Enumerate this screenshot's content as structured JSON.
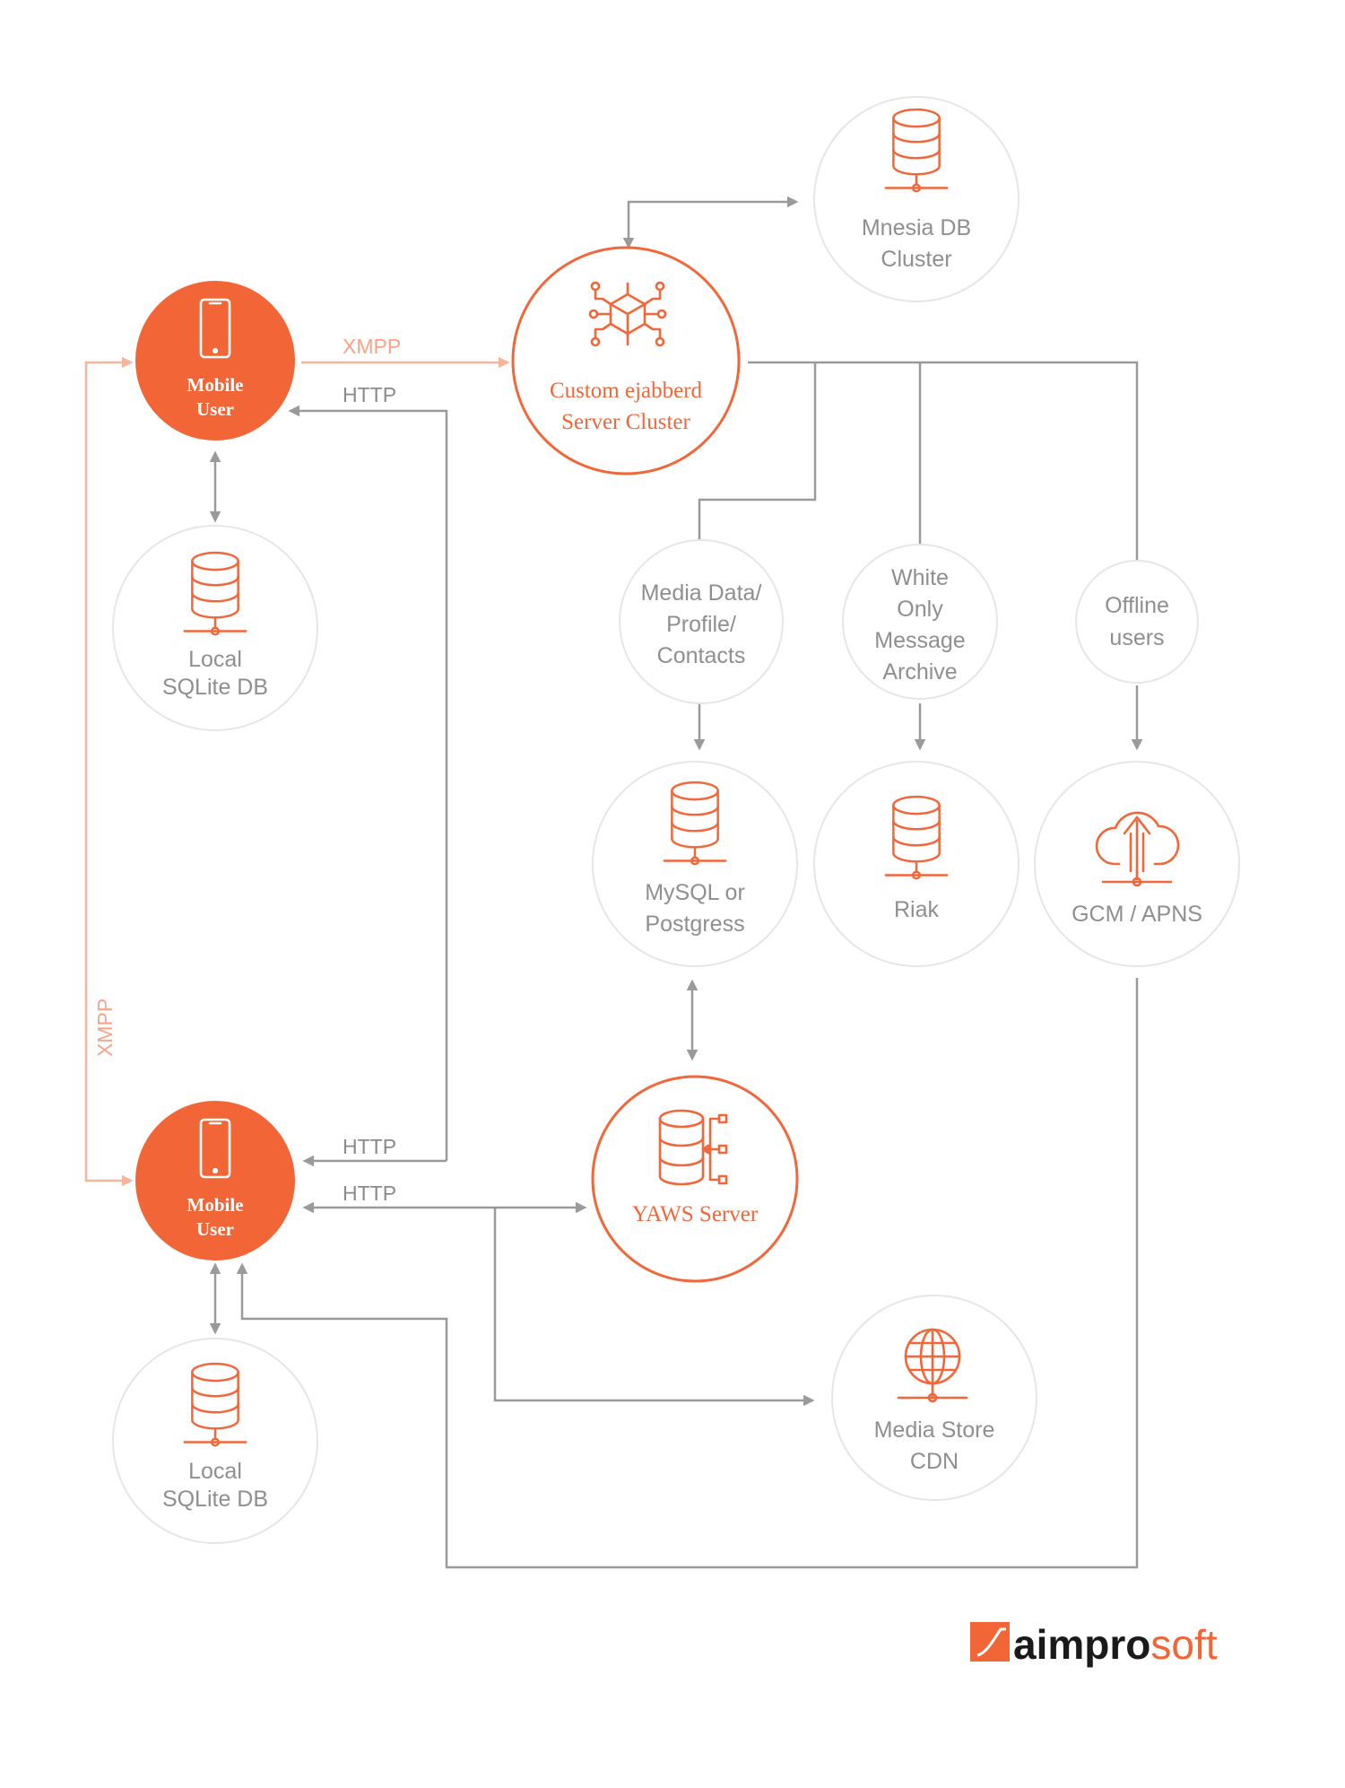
{
  "colors": {
    "accent": "#f26536",
    "accent_light": "#f9b59c",
    "line_gray": "#9a9a9a",
    "ring_gray": "#e6e6e6",
    "text_gray": "#8f8f8f"
  },
  "nodes": {
    "mnesia": {
      "line1": "Mnesia DB",
      "line2": "Cluster",
      "icon": "database-icon"
    },
    "ejabberd": {
      "line1": "Custom ejabberd",
      "line2": "Server Cluster",
      "icon": "network-cube-icon"
    },
    "mobile_top": {
      "line1": "Mobile",
      "line2": "User",
      "icon": "smartphone-icon"
    },
    "sqlite_top": {
      "line1": "Local",
      "line2": "SQLite DB",
      "icon": "database-icon"
    },
    "media_data": {
      "line1": "Media Data/",
      "line2": "Profile/",
      "line3": "Contacts"
    },
    "white_only": {
      "line1": "White",
      "line2": "Only",
      "line3": "Message",
      "line4": "Archive"
    },
    "offline": {
      "line1": "Offline",
      "line2": "users"
    },
    "mysql": {
      "line1": "MySQL or",
      "line2": "Postgress",
      "icon": "database-icon"
    },
    "riak": {
      "line1": "Riak",
      "icon": "database-icon"
    },
    "gcm": {
      "line1": "GCM / APNS",
      "icon": "cloud-upload-icon"
    },
    "yaws": {
      "line1": "YAWS Server",
      "icon": "server-icon"
    },
    "mobile_bottom": {
      "line1": "Mobile",
      "line2": "User",
      "icon": "smartphone-icon"
    },
    "media_cdn": {
      "line1": "Media Store",
      "line2": "CDN",
      "icon": "globe-icon"
    },
    "sqlite_bottom": {
      "line1": "Local",
      "line2": "SQLite DB",
      "icon": "database-icon"
    }
  },
  "edges": {
    "xmpp_top": "XMPP",
    "http_top": "HTTP",
    "xmpp_vertical": "XMPP",
    "http_bottom_1": "HTTP",
    "http_bottom_2": "HTTP"
  },
  "logo": {
    "part1": "aimpro",
    "part2": "soft"
  }
}
